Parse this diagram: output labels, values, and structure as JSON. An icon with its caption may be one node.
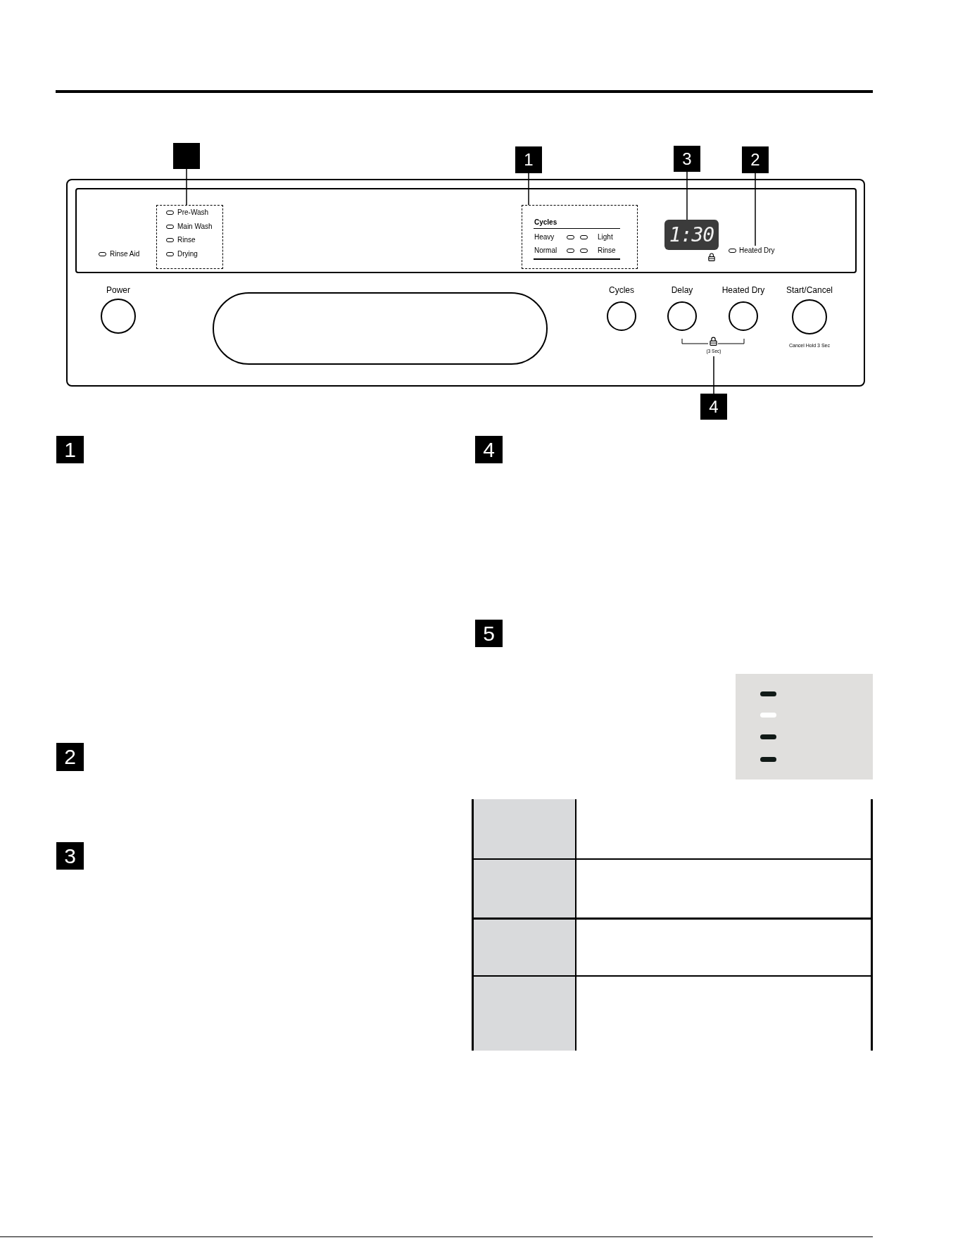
{
  "diagram": {
    "nodes": [
      {
        "text": [],
        "shape": "box"
      },
      {
        "text": [],
        "shape": "box",
        "in": 0
      },
      {
        "text": [],
        "shape": "box"
      },
      {
        "text": [
          "Pre-Wash",
          "Main Wash",
          "Rinse",
          "Drying"
        ],
        "in": 1
      },
      {
        "text": [
          "1"
        ]
      },
      {
        "text": [
          "Cycles",
          "Heavy",
          "Light",
          "Normal",
          "Rinse"
        ],
        "in": 1
      },
      {
        "text": [
          "3"
        ]
      },
      {
        "text": [
          "1:30"
        ],
        "in": 1
      },
      {
        "text": [
          "2"
        ]
      },
      {
        "text": [
          "Heated Dry"
        ],
        "in": 1
      },
      {
        "text": [
          "(3 Sec)"
        ],
        "in": 0
      },
      {
        "text": [
          "4"
        ]
      },
      {
        "text": [
          "Power"
        ],
        "in": 0
      },
      {
        "text": [
          "Cycles"
        ],
        "in": 0
      },
      {
        "text": [
          "Delay"
        ],
        "in": 0
      },
      {
        "text": [
          "Heated Dry"
        ],
        "in": 0
      },
      {
        "text": [
          "Start/Cancel"
        ],
        "in": 0,
        "beside": [
          "Cancel Hold 3 Sec"
        ]
      },
      {
        "text": [],
        "shape": "oval",
        "in": 0
      },
      {
        "text": [
          "1"
        ]
      },
      {
        "text": [
          "2"
        ]
      },
      {
        "text": [
          "3"
        ]
      },
      {
        "text": [
          "4"
        ]
      },
      {
        "text": [
          "5"
        ]
      }
    ],
    "edges": [
      {
        "from": 2,
        "to": 3,
        "arrow": "none"
      },
      {
        "from": 4,
        "to": 5,
        "arrow": "none"
      },
      {
        "from": 6,
        "to": 7,
        "arrow": "none"
      },
      {
        "from": 8,
        "to": 9,
        "arrow": "none"
      },
      {
        "from": 11,
        "to": 10,
        "arrow": "none"
      }
    ],
    "labels": [
      "Rinse Aid"
    ]
  }
}
